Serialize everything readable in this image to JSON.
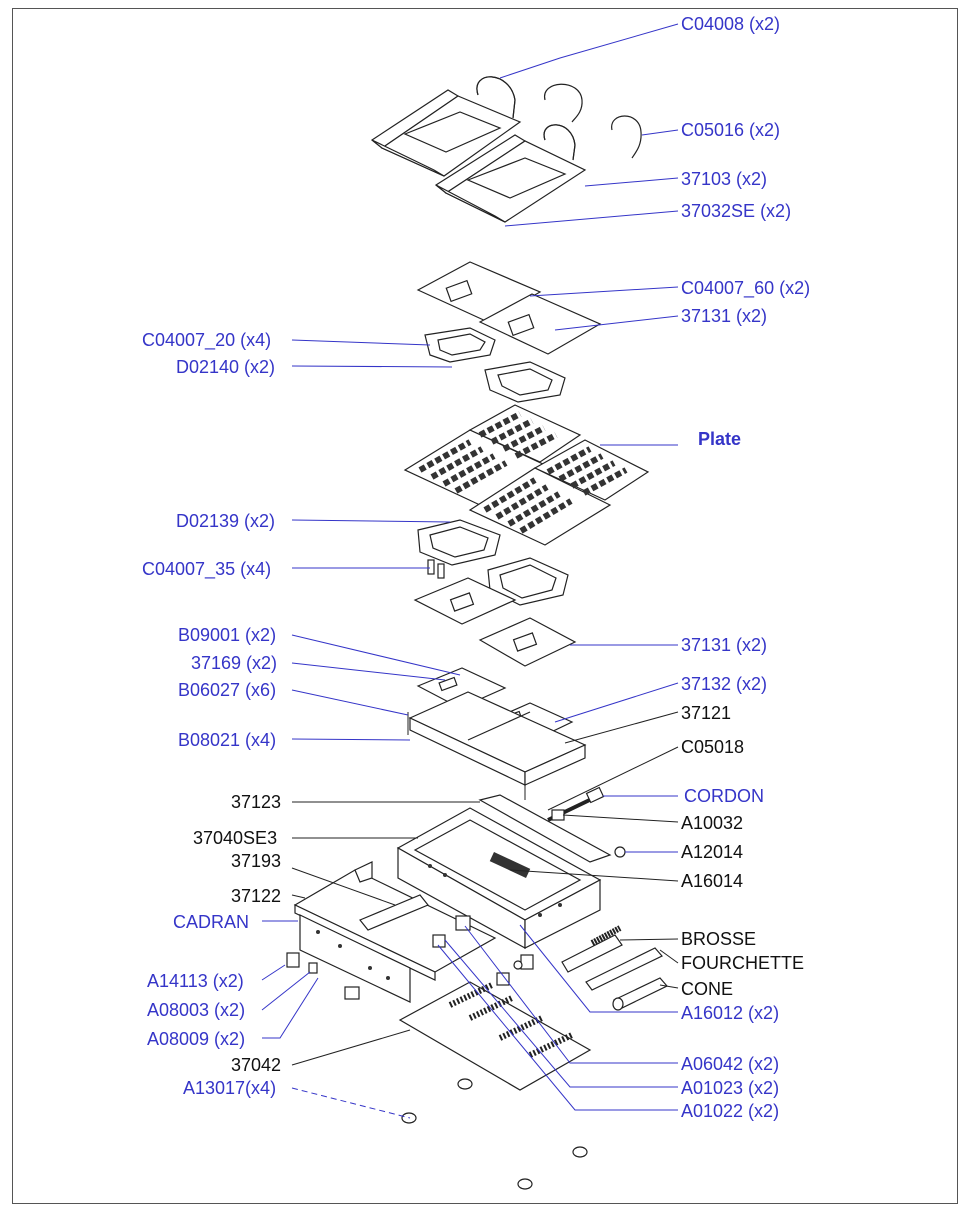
{
  "colors": {
    "label_blue": "#3535c8",
    "label_black": "#111111",
    "line": "#222222"
  },
  "labels": {
    "c04008": "C04008 (x2)",
    "c05016": "C05016 (x2)",
    "p37103": "37103 (x2)",
    "p37032se": "37032SE (x2)",
    "c04007_60": "C04007_60 (x2)",
    "p37131_top": "37131 (x2)",
    "c04007_20": "C04007_20 (x4)",
    "d02140": "D02140 (x2)",
    "plate": "Plate",
    "d02139": "D02139 (x2)",
    "c04007_35": "C04007_35 (x4)",
    "b09001": "B09001 (x2)",
    "p37131_bottom": "37131 (x2)",
    "p37169": "37169 (x2)",
    "p37132": "37132 (x2)",
    "b06027": "B06027 (x6)",
    "p37121": "37121",
    "b08021": "B08021 (x4)",
    "c05018": "C05018",
    "p37123": "37123",
    "cordon": "CORDON",
    "a10032": "A10032",
    "p37040se3": "37040SE3",
    "a12014": "A12014",
    "p37193": "37193",
    "a16014": "A16014",
    "p37122": "37122",
    "cadran": "CADRAN",
    "brosse": "BROSSE",
    "fourchette": "FOURCHETTE",
    "a14113": "A14113 (x2)",
    "cone": "CONE",
    "a08003": "A08003 (x2)",
    "a16012": "A16012 (x2)",
    "a08009": "A08009 (x2)",
    "p37042": "37042",
    "a06042": "A06042 (x2)",
    "a13017": "A13017(x4)",
    "a01023": "A01023 (x2)",
    "a01022": "A01022 (x2)"
  }
}
